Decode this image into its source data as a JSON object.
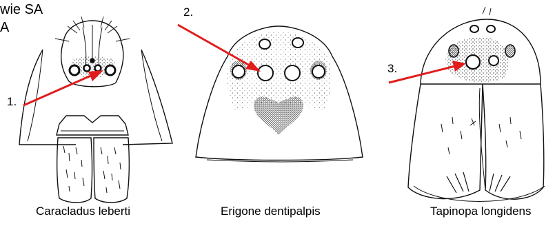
{
  "corner_text": {
    "line1": "wie SA",
    "line2": "A"
  },
  "pointers": [
    {
      "label": "1.",
      "color": "#e11c1c"
    },
    {
      "label": "2.",
      "color": "#e11c1c"
    },
    {
      "label": "3.",
      "color": "#e11c1c"
    }
  ],
  "captions": [
    "Caracladus leberti",
    "Erigone dentipalpis",
    "Tapinopa longidens"
  ]
}
